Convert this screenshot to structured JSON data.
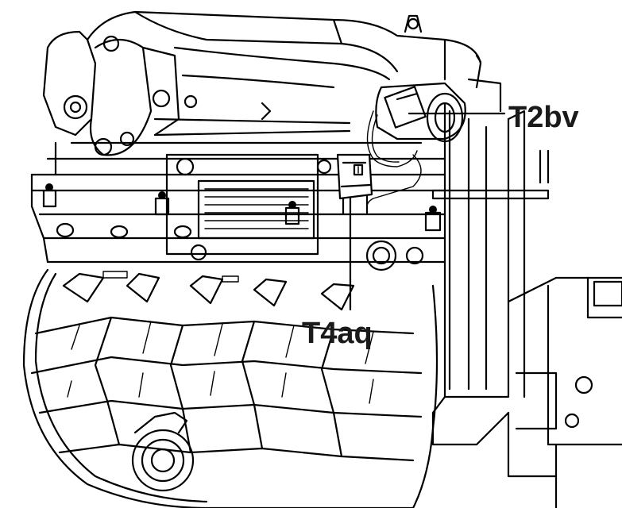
{
  "diagram": {
    "callouts": [
      {
        "id": "connector-t2bv",
        "text": "T2bv"
      },
      {
        "id": "connector-t4aq",
        "text": "T4aq"
      }
    ],
    "colors": {
      "line": "#000000",
      "background": "#ffffff"
    }
  }
}
